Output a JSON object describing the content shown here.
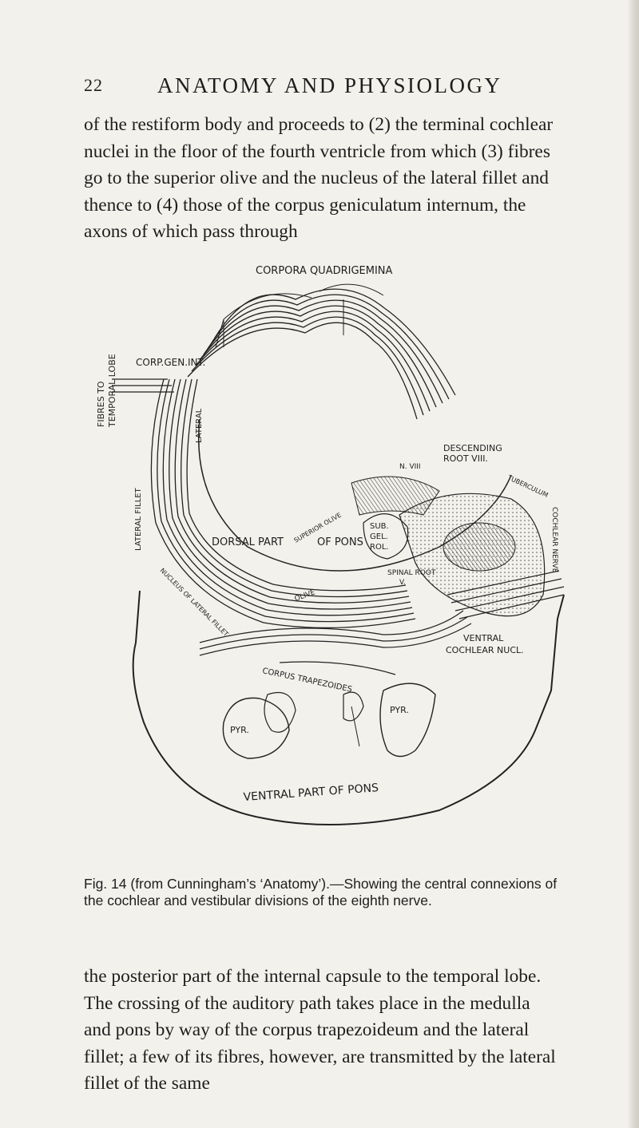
{
  "running_head": {
    "page_number": "22",
    "title": "ANATOMY AND PHYSIOLOGY"
  },
  "paragraphs": {
    "top": "of the restiform body and proceeds to (2) the terminal cochlear nuclei in the floor of the fourth ventricle from which (3) fibres go to the superior olive and the nucleus of the lateral fillet and thence to (4) those of the corpus geniculatum internum, the axons of which pass through",
    "bottom": "the posterior part of the internal capsule to the temporal lobe. The crossing of the auditory path takes place in the medulla and pons by way of the corpus trapezoideum and the lateral fillet; a few of its fibres, however, are transmitted by the lateral fillet of the same"
  },
  "figure": {
    "labels": {
      "corpora_quadrigemina": "CORPORA QUADRIGEMINA",
      "fibres_to_temporal_lobe_1": "FIBRES TO",
      "fibres_to_temporal_lobe_2": "TEMPORAL LOBE",
      "corp_gen_int": "CORP.GEN.INT.",
      "lateral_fillet_left": "LATERAL FILLET",
      "lateral_fillet_arch": "LATERAL",
      "nucleus_of_lateral_fillet": "NUCLEUS OF LATERAL FILLET",
      "superior_olive": "SUPERIOR OLIVE",
      "n_viii": "N. VIII",
      "descending_1": "DESCENDING",
      "descending_2": "ROOT VIII.",
      "tuberculum": "TUBERCULUM",
      "dorsal_part": "DORSAL PART",
      "of_pons": "OF PONS",
      "sub_gel_rol_1": "SUB.",
      "sub_gel_rol_2": "GEL.",
      "sub_gel_rol_3": "ROL.",
      "spinal_root_1": "SPINAL ROOT",
      "spinal_root_2": "V.",
      "cochlear_nerve": "COCHLEAR NERVE",
      "ventral_1": "VENTRAL",
      "ventral_2": "COCHLEAR NUCL.",
      "olive": "OLIVE",
      "corpus_trapezoides": "CORPUS TRAPEZOIDES",
      "pyr_left": "PYR.",
      "pyr_right": "PYR.",
      "ventral_part_of_pons": "VENTRAL PART OF PONS"
    },
    "caption": "Fig. 14 (from Cunningham’s ‘Anatomy’).—Showing the central connexions of the cochlear and vestibular divisions of the eighth nerve."
  },
  "colors": {
    "paper": "#f3f1ec",
    "ink": "#1e1e1e"
  }
}
